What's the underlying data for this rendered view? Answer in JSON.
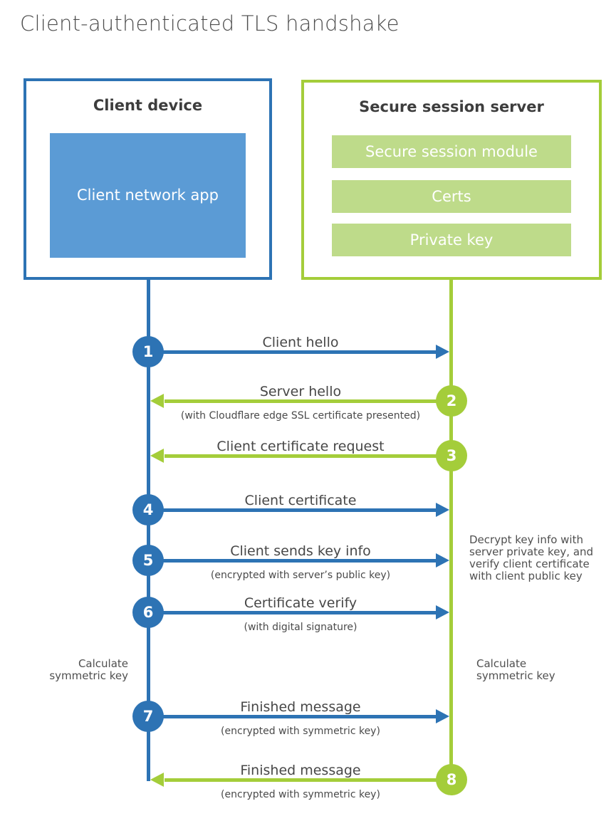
{
  "title": "Client-authenticated TLS handshake",
  "colors": {
    "blue": "#2d73b4",
    "blue_light": "#5b9bd5",
    "green": "#a4cd3a",
    "green_light": "#bedb8a"
  },
  "client_box": {
    "title": "Client device",
    "app_label": "Client network app"
  },
  "server_box": {
    "title": "Secure session server",
    "modules": [
      "Secure session module",
      "Certs",
      "Private key"
    ]
  },
  "steps": [
    {
      "num": "1",
      "label": "Client hello",
      "sub": "",
      "from": "client",
      "to": "server"
    },
    {
      "num": "2",
      "label": "Server hello",
      "sub": "(with Cloudflare edge SSL certificate presented)",
      "from": "server",
      "to": "client"
    },
    {
      "num": "3",
      "label": "Client certificate request",
      "sub": "",
      "from": "server",
      "to": "client"
    },
    {
      "num": "4",
      "label": "Client certificate",
      "sub": "",
      "from": "client",
      "to": "server"
    },
    {
      "num": "5",
      "label": "Client sends key info",
      "sub": "(encrypted with server’s public key)",
      "from": "client",
      "to": "server"
    },
    {
      "num": "6",
      "label": "Certificate verify",
      "sub": "(with digital signature)",
      "from": "client",
      "to": "server"
    },
    {
      "num": "7",
      "label": "Finished message",
      "sub": "(encrypted with symmetric key)",
      "from": "client",
      "to": "server"
    },
    {
      "num": "8",
      "label": "Finished message",
      "sub": "(encrypted with symmetric key)",
      "from": "server",
      "to": "client"
    }
  ],
  "annotations": {
    "calc_left": [
      "Calculate",
      "symmetric key"
    ],
    "calc_right": [
      "Calculate",
      "symmetric key"
    ],
    "decrypt_note": [
      "Decrypt key info with",
      "server private key, and",
      "verify client certificate",
      "with client public key"
    ]
  }
}
